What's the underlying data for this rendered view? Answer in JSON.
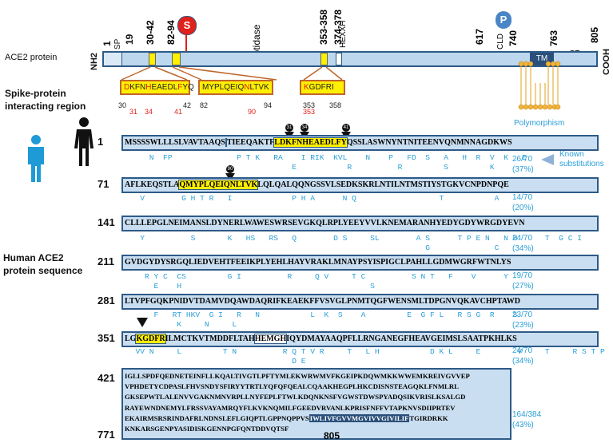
{
  "protein_map": {
    "title": "ACE2 protein",
    "nh2": "NH2",
    "cooh": "COOH",
    "pos_1": "1",
    "pos_19": "19",
    "sp": "SP",
    "pos_30_42": "30-42",
    "pos_82_94": "82-94",
    "peptidase": "Peptidase",
    "pos_353_358": "353-358",
    "pos_374_378": "374-378",
    "hexxh": "HEXXH",
    "pos_617": "617",
    "cld": "CLD",
    "pos_740": "740",
    "tm": "TM",
    "pos_763": "763",
    "ct": "CT",
    "pos_805": "805",
    "s_badge": "S",
    "p_badge": "P"
  },
  "interacting": {
    "label_line1": "Spike-protein",
    "label_line2": "interacting region",
    "box1": {
      "seq_a": "D",
      "seq_b": "KFN",
      "seq_c": "H",
      "seq_d": "EAEDL",
      "seq_e": "F",
      "seq_f": "YQ",
      "start": "30",
      "end": "42",
      "red": [
        "31",
        "34",
        "41"
      ]
    },
    "box2": {
      "seq_a": "MYPLQEIQ",
      "seq_b": "N",
      "seq_c": "LTVK",
      "start": "82",
      "end": "94",
      "red": [
        "90"
      ]
    },
    "box3": {
      "seq_a": "K",
      "seq_b": "GDFRI",
      "start": "353",
      "end": "358",
      "red": [
        "353"
      ]
    }
  },
  "sequence_section": {
    "label_line1": "Human ACE2",
    "label_line2": "protein sequence",
    "polymorphism": "Polymorphism",
    "known_line1": "Known",
    "known_line2": "substitutions",
    "markers": [
      "31",
      "34",
      "41",
      "90"
    ]
  },
  "rows": [
    {
      "num": "1",
      "pre": "MSSSSWLLLSLVAVTAAQS",
      "pre2": "TIEEQAKTF",
      "hl": "LDKFNHEAEDLFY",
      "post": "QSSLASWNYNTNITEENVQNMNNAGDKWS",
      "subs": "     N  FP              P T K   RA    I RIK  KVL    N    P   FD  S   A   H  R  V  K   E\n                                    E           R          R         S         K",
      "count1": "26/70",
      "count2": "(37%)"
    },
    {
      "num": "71",
      "pre": "AFLKEQSTLA",
      "hl": "QMYPLQEIQNLTVK",
      "post": "LQLQALQQNGSSVLSEDKSKRLNTILNTMSTIYSTGKVCNPDNPQE",
      "subs": "   V        G H T R   I             P H A      N Q                  T           A\n",
      "count1": "14/70",
      "count2": "(20%)"
    },
    {
      "num": "141",
      "post": "CLLLEPGLNEIMANSLDYNERLWAWESWRSEVGKQLRPLYEEYVVLKNEMARANHYEDYGDYWRGDYEVN",
      "subs": "   Y          S       K   HS   RS   Q        D S     SL        A S      T P E N   N H      T  G C I\n                                                                 G              C",
      "count1": "24/70",
      "count2": "(34%)"
    },
    {
      "num": "211",
      "post": "GVDGYDYSRGQLIEDVEHTFEEIKPLYEHLHAYVRAKLMNAYPSYISPIGCLPAHLLGDMWGRFWTNLYS",
      "subs": "    R Y C  CS         G I          R     Q V     T C          S N T   F    V      Y\n      E    H                                         S",
      "count1": "19/70",
      "count2": "(27%)"
    },
    {
      "num": "281",
      "post": "LTVPFGQKPNIDVTDAMVDQAWDAQRIFKEAEKFFVSVGLPNMTQGFWENSMLTDPGNVQKAVCHPTAWD",
      "subs": "      F   RT HKV  G I   R   N           L  K  S    A         E  G F L   R S G  R    S\n           K     N     L",
      "count1": "23/70",
      "count2": "(23%)"
    },
    {
      "num": "351",
      "pre": "LG",
      "hl": "KGDFR",
      "mid": "ILMCTKVTMDDFLTAH",
      "wh": "HEMGH",
      "post": "IQYDMAYAAQPFLLRNGANEGFHEAVGEIMSLSAATPKHLKS",
      "subs": "  VV N     L         T N          R Q T V R     T   L H           D K L     E        V     T     R S T P\n                                    D E",
      "count1": "24/70",
      "count2": "(34%)"
    }
  ],
  "block": {
    "num": "421",
    "lines": [
      "IGLLSPDFQEDNETEINFLLKQALTIVGTLPFTYMLEKWRWMVFKGEIPKDQWMKKWWEMKREIVGVVEP",
      "VPHDETYCDPASLFHVSNDYSFIRYYTRTLYQFQFQEALCQAAKHEGPLHKCDISNSTEAGQKLFNMLRL",
      "GKSEPWTLALENVVGAKNMNVRPLLNYFEPLFTWLKDQNKNSFVGWSTDWSPYADQSIKVRISLKSALGD",
      "RAYEWNDNEMYLFRSSVAYAMRQYFLKVKNQMILFGEEDVRVANLKPRISFNFFVTAPKNVSDIIPRTEV",
      "EKAIRMSRSRINDAFRLNDNSLEFLGIQPTLGPPNQPPVS"
    ],
    "tm_seg": "IWLIVFGVVMGVIVVGIVILIF",
    "after_tm": "TGIRDRKK",
    "last": "KNKARSGENPYASIDISKGENNPGFQNTDDVQTSF",
    "end_num": "805",
    "last_num": "771",
    "count1": "164/384",
    "count2": "(43%)"
  }
}
